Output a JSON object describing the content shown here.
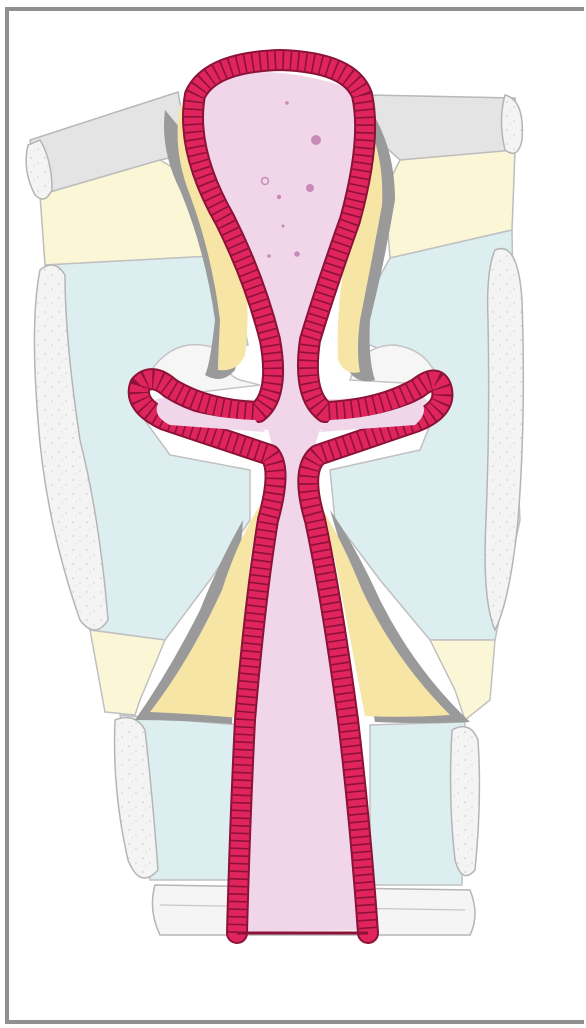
{
  "diagram": {
    "colors": {
      "background": "#ffffff",
      "frame_border": "#8f8f8f",
      "cartilage": "#f3f3f3",
      "cartilage_outline": "#bdbdbd",
      "muscle_upper_band": "#e6e6e6",
      "yellow_band": "#fbf7d6",
      "blue_tissue": "#ddeef1",
      "fold_yellow": "#f7e5a6",
      "fold_shadow": "#9a9a9a",
      "epithelium": "#e0245e",
      "epithelium_dark": "#8c1238",
      "lumen": "#f1d6ea",
      "lumen_dots": "#c98ab8"
    },
    "parts": [
      "outer-cartilage-left",
      "outer-cartilage-right",
      "upper-gray-band",
      "upper-yellow-band",
      "middle-blue-tissue",
      "lower-yellow-band",
      "lower-blue-tissue",
      "bottom-cartilage-ring",
      "upper-fold",
      "lower-fold",
      "epithelial-lining",
      "lumen"
    ]
  }
}
